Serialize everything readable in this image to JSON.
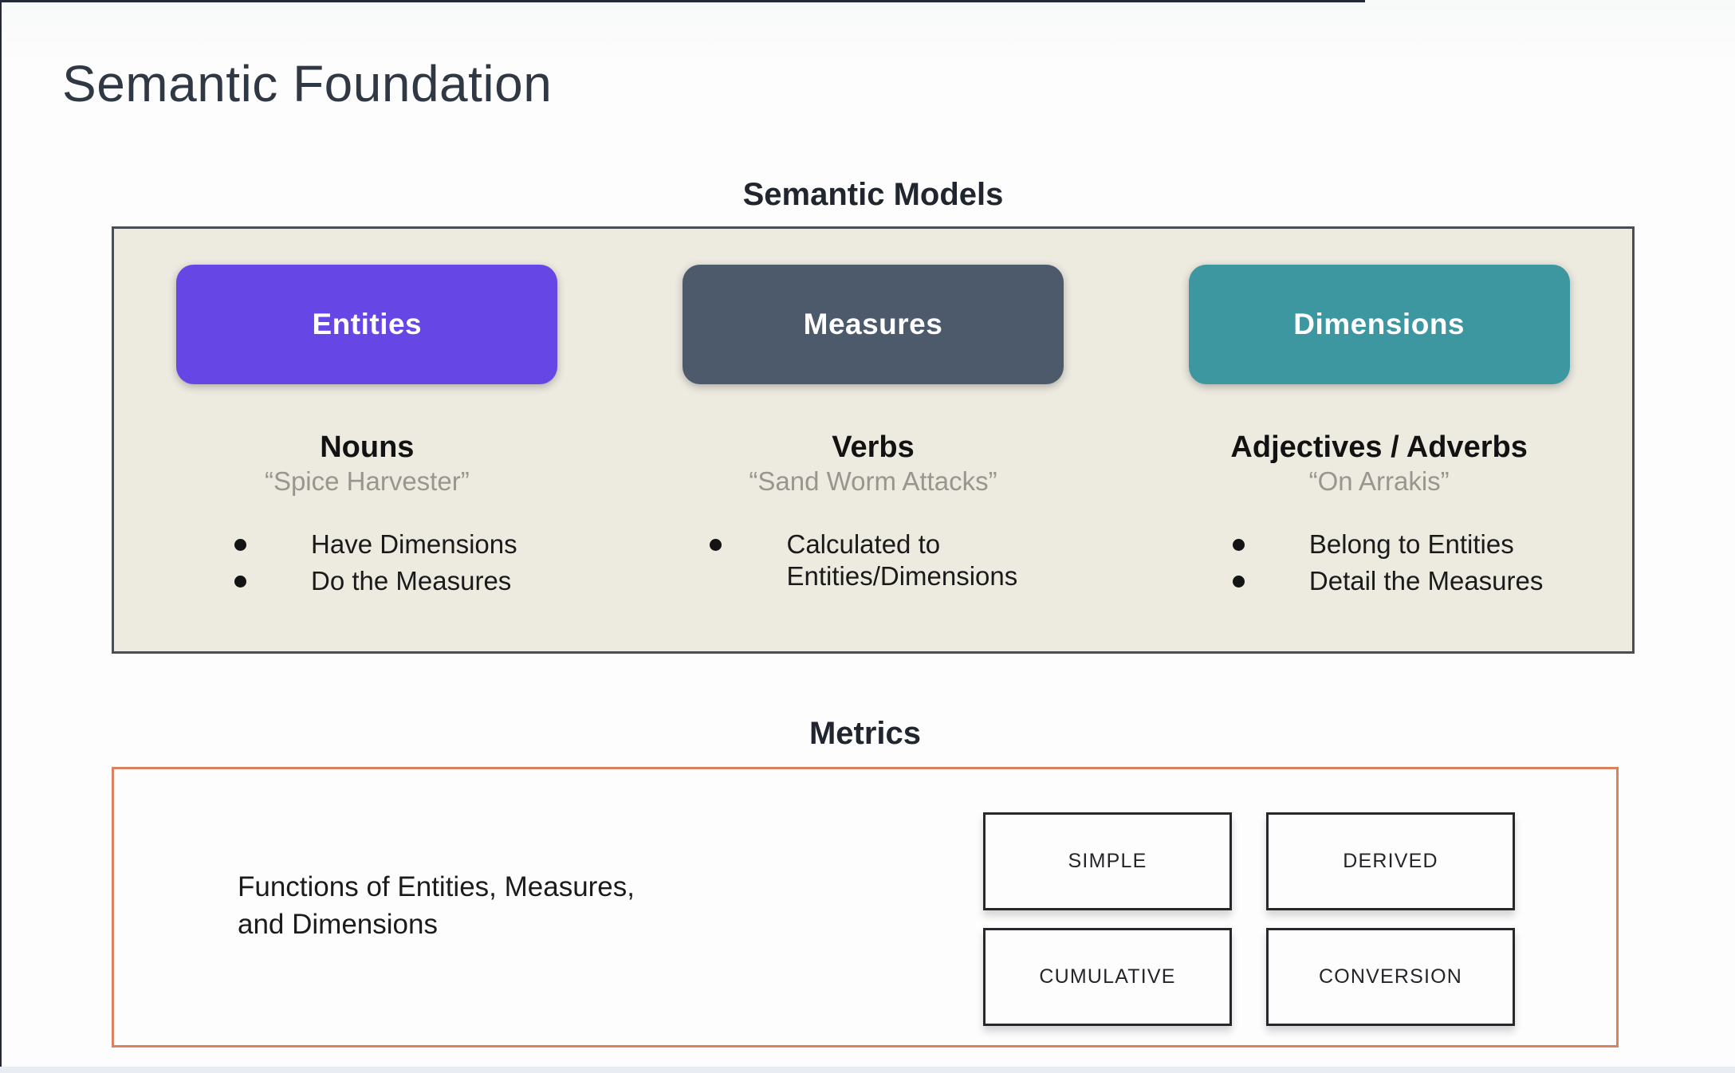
{
  "page": {
    "title": "Semantic Foundation"
  },
  "semantic_models": {
    "heading": "Semantic Models",
    "panel_background": "#edeae0",
    "panel_border_color": "#4a4e54",
    "columns": [
      {
        "pill": "Entities",
        "pill_color": "#6647e6",
        "subtitle": "Nouns",
        "quote": "“Spice Harvester”",
        "bullets": [
          "Have Dimensions",
          "Do the Measures"
        ]
      },
      {
        "pill": "Measures",
        "pill_color": "#4d5a6c",
        "subtitle": "Verbs",
        "quote": "“Sand Worm Attacks”",
        "bullets": [
          "Calculated to Entities/Dimensions"
        ]
      },
      {
        "pill": "Dimensions",
        "pill_color": "#3d97a0",
        "subtitle": "Adjectives / Adverbs",
        "quote": "“On Arrakis”",
        "bullets": [
          "Belong to Entities",
          "Detail the Measures"
        ]
      }
    ]
  },
  "metrics": {
    "heading": "Metrics",
    "border_color": "#d9825f",
    "description_lines": [
      "Functions of Entities, Measures,",
      "and Dimensions"
    ],
    "types": [
      "SIMPLE",
      "DERIVED",
      "CUMULATIVE",
      "CONVERSION"
    ]
  }
}
